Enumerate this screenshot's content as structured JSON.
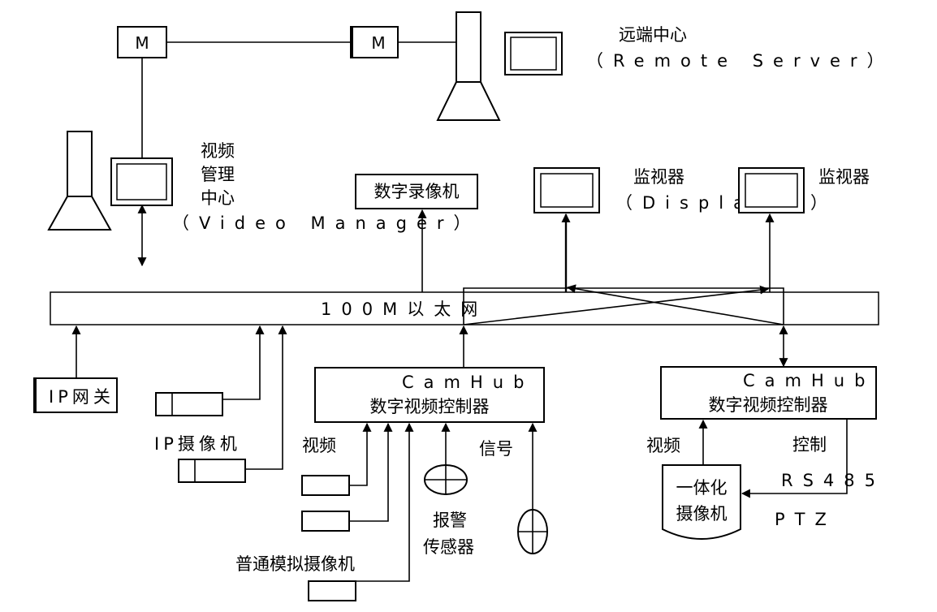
{
  "labels": {
    "remote_center": "远端中心",
    "remote_server": "（Remote Server）",
    "video_mgmt_1": "视频",
    "video_mgmt_2": "管理",
    "video_mgmt_3": "中心",
    "video_manager": "（Video Manager）",
    "modem": "M",
    "dvr": "数字录像机",
    "monitor": "监视器",
    "displayer": "（Displayer）",
    "ethernet": "100M以太网",
    "ip_gateway": "IP网关",
    "ip_camera": "IP摄像机",
    "camhub": "CamHub",
    "controller": "数字视频控制器",
    "video": "视频",
    "signal": "信号",
    "alarm_1": "报警",
    "alarm_2": "传感器",
    "analog_camera": "普通模拟摄像机",
    "control": "控制",
    "rs485": "RS485",
    "ptz": "PTZ",
    "integrated_1": "一体化",
    "integrated_2": "摄像机"
  }
}
